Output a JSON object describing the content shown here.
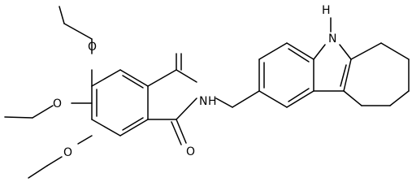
{
  "diagram": {
    "type": "chemical-structure",
    "colors": {
      "bond": "#000000",
      "label": "#000000",
      "background": "#ffffff"
    },
    "atom_labels": {
      "oxygen_top": "O",
      "oxygen_middle": "O",
      "oxygen_bottom": "O",
      "oxygen_carbonyl": "O",
      "amide_nitrogen": "N",
      "amide_hydrogen": "H",
      "indole_nitrogen": "N",
      "indole_hydrogen": "H"
    }
  }
}
